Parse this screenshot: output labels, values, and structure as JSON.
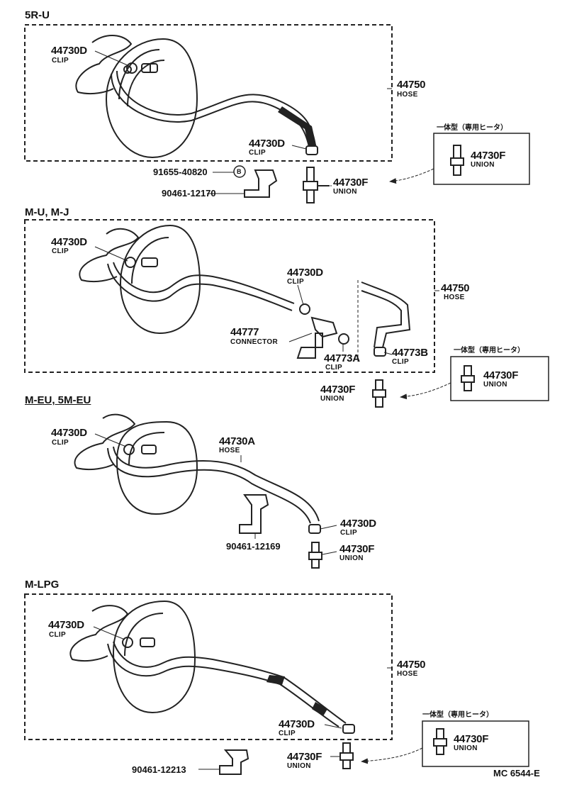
{
  "sections": {
    "s1": "5R-U",
    "s2": "M-U, M-J",
    "s3": "M-EU, 5M-EU",
    "s4": "M-LPG"
  },
  "parts": {
    "clip_d": "44730D",
    "clip": "CLIP",
    "hose_no": "44750",
    "hose": "HOSE",
    "union_no": "44730F",
    "union": "UNION",
    "hose_a": "44730A",
    "connector_no": "44777",
    "connector": "CONNECTOR",
    "clip_773a": "44773A",
    "clip_773b": "44773B",
    "bolt_91655": "91655-40820",
    "bracket_12170": "90461-12170",
    "bracket_12169": "90461-12169",
    "bracket_12213": "90461-12213",
    "b_mark": "B"
  },
  "inset": {
    "title": "一体型（専用ヒータ）"
  },
  "footer": {
    "code": "MC 6544-E"
  }
}
